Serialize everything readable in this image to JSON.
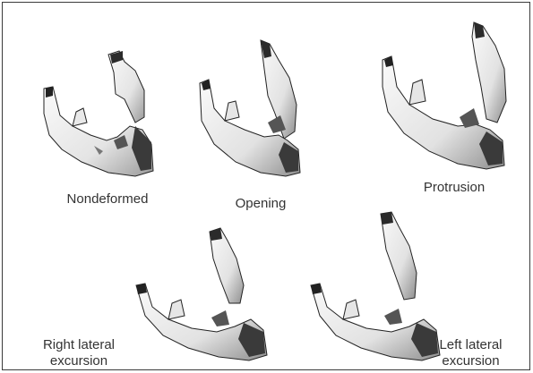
{
  "figure": {
    "panels": [
      {
        "id": "nondeformed",
        "label": "Nondeformed"
      },
      {
        "id": "opening",
        "label": "Opening"
      },
      {
        "id": "protrusion",
        "label": "Protrusion"
      },
      {
        "id": "right-lateral",
        "label": "Right lateral\nexcursion"
      },
      {
        "id": "left-lateral",
        "label": "Left lateral\nexcursion"
      }
    ],
    "colors": {
      "bone_light": "#f2f2f2",
      "bone_mid": "#c9c9c9",
      "bone_dark": "#2b2b2b",
      "outline": "#1e1e1e"
    }
  }
}
